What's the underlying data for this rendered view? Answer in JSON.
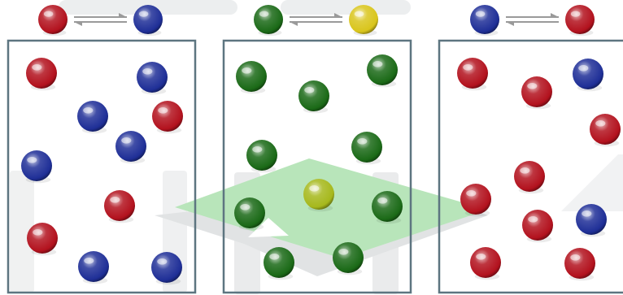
{
  "colors": {
    "red": "#b3121e",
    "blue": "#1f2f97",
    "green": "#1b6a17",
    "yellow": "#d9c51c",
    "yellow_green": "#a6b81c",
    "box_border": "#5d7580",
    "arrow": "#9a9a9a",
    "watermark_green": "#6fca72",
    "watermark_gray": "#cfd2d4"
  },
  "panels": [
    {
      "equilibrium": {
        "left": "red",
        "right": "blue"
      },
      "molecules": [
        "red",
        "blue",
        "blue",
        "red",
        "blue",
        "blue",
        "red",
        "red",
        "blue",
        "blue"
      ]
    },
    {
      "equilibrium": {
        "left": "green",
        "right": "yellow"
      },
      "molecules": [
        "green",
        "green",
        "green",
        "green",
        "green",
        "yellow_green",
        "green",
        "green",
        "green",
        "green"
      ]
    },
    {
      "equilibrium": {
        "left": "blue",
        "right": "red"
      },
      "molecules": [
        "red",
        "red",
        "blue",
        "red",
        "red",
        "red",
        "blue",
        "red",
        "red",
        "red"
      ]
    }
  ]
}
